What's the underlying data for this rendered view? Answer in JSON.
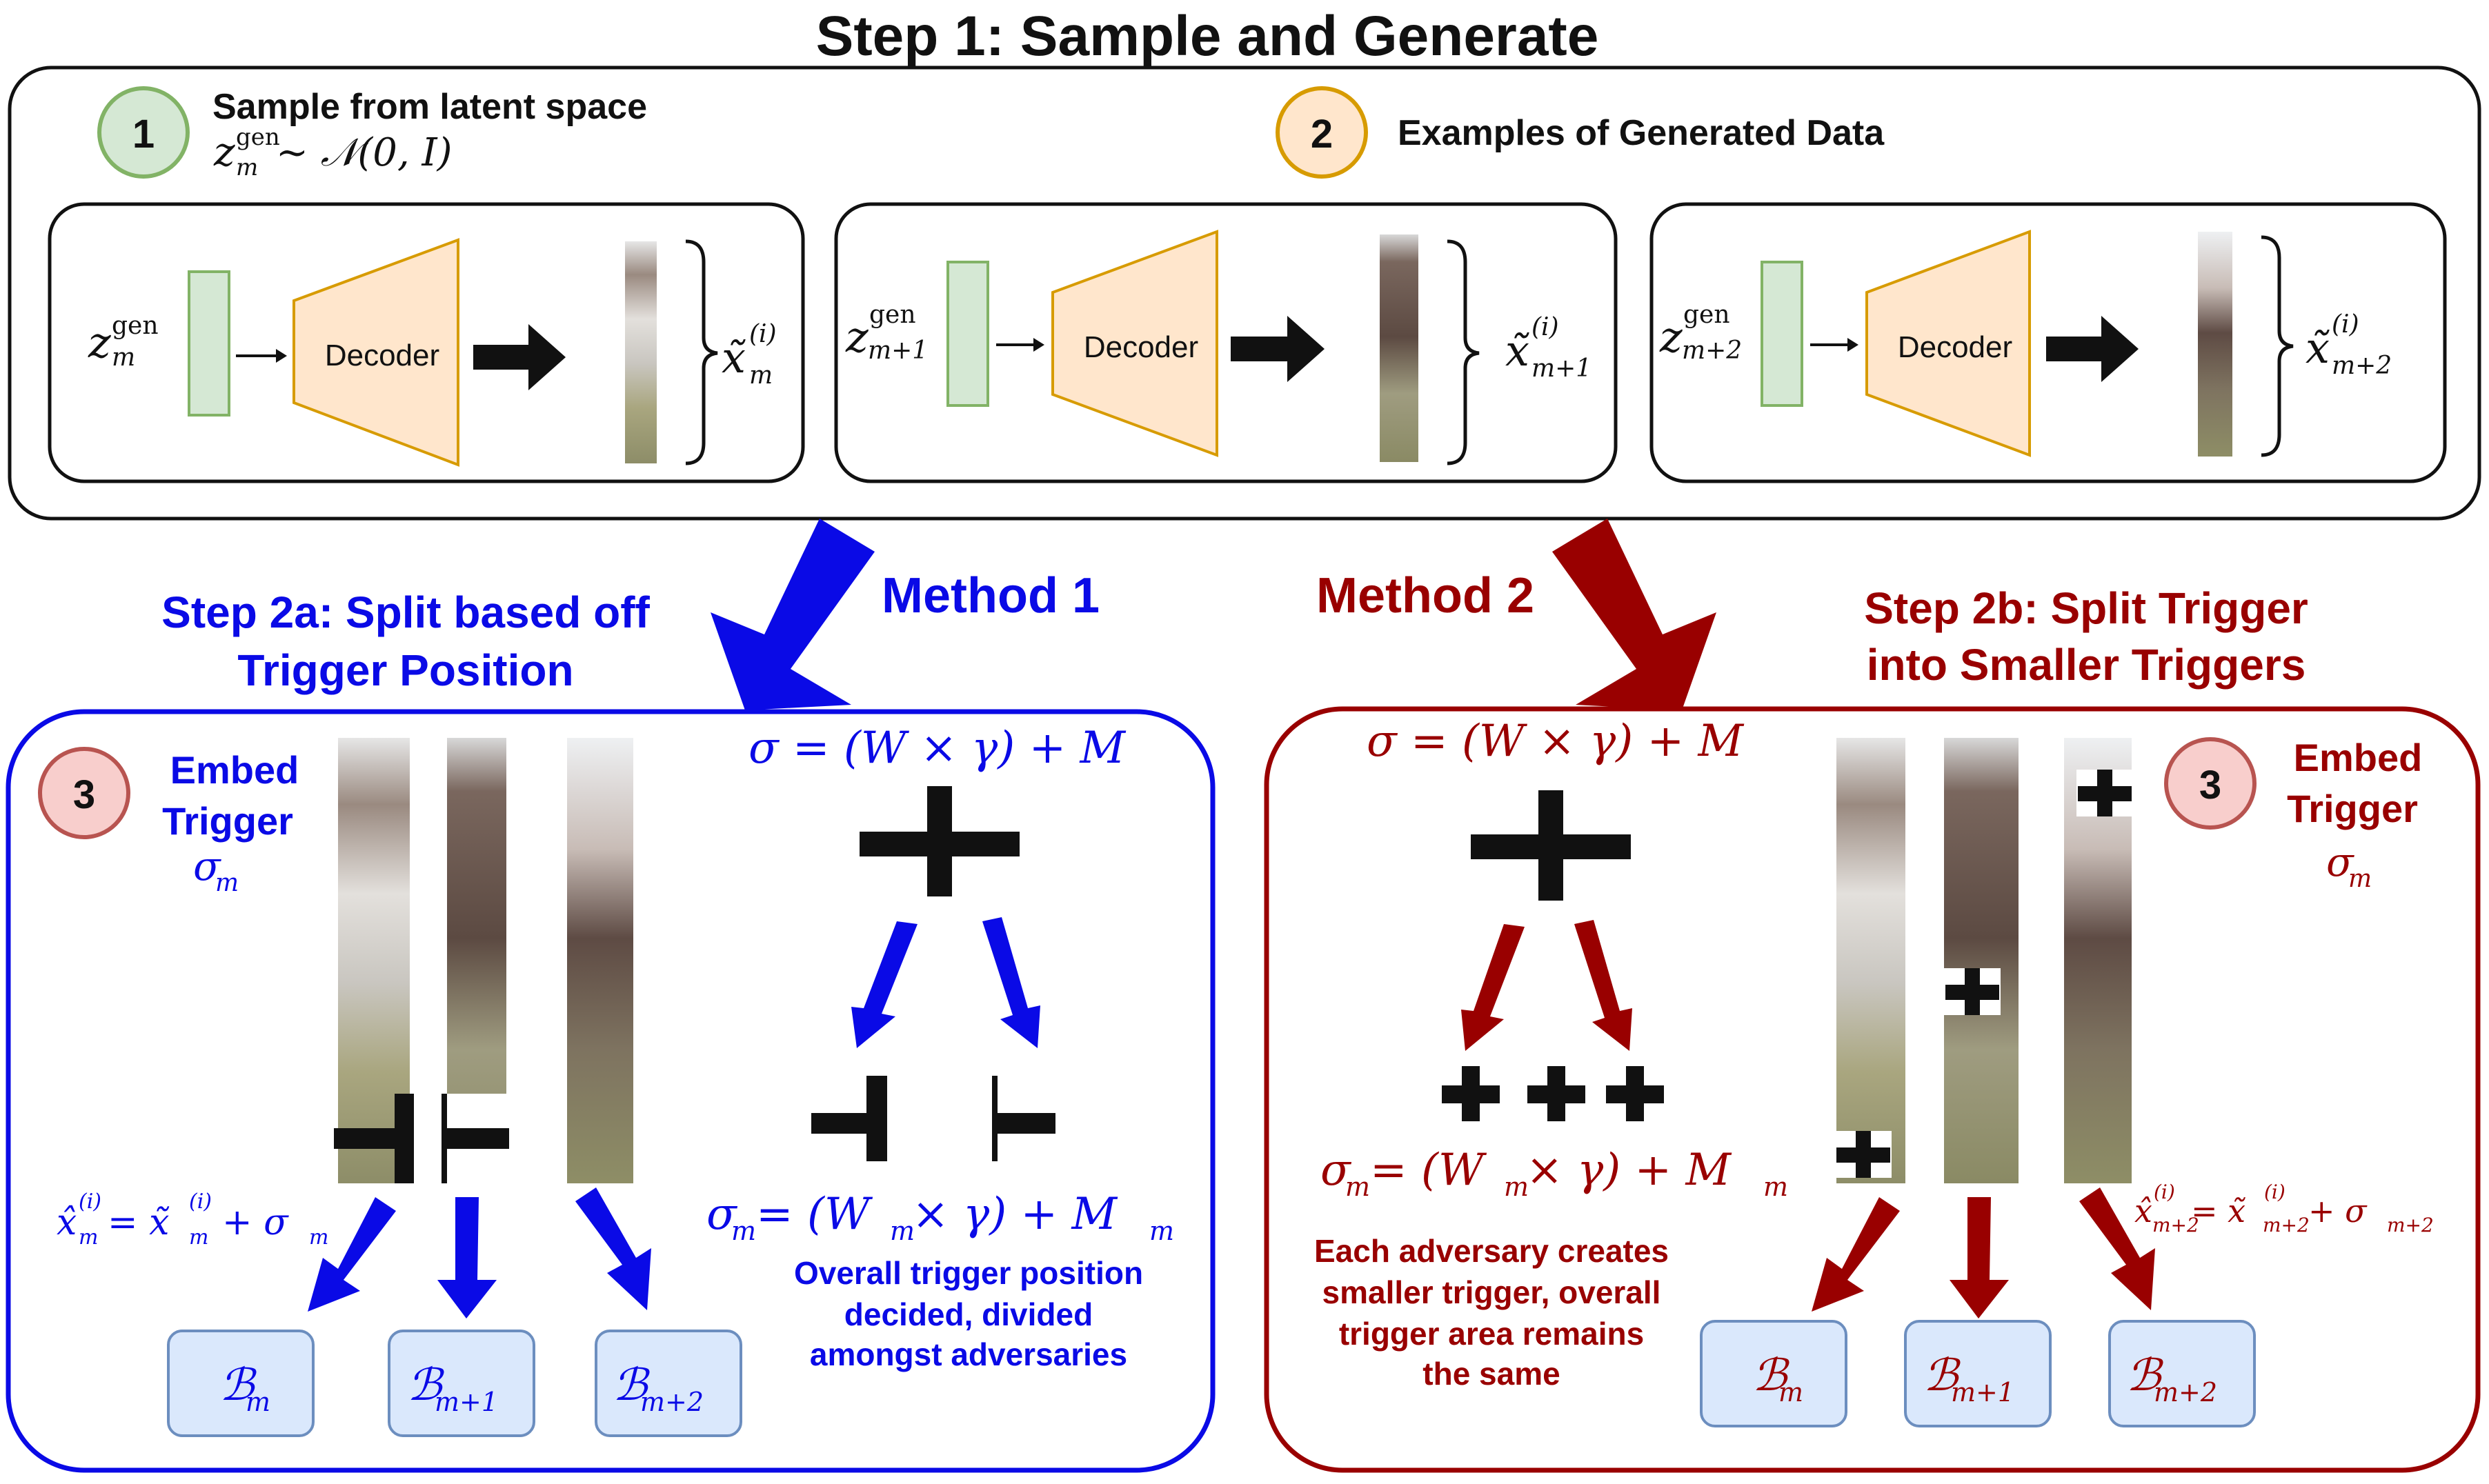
{
  "title": "Step 1: Sample and Generate",
  "step1": {
    "badge1": "1",
    "badge2": "2",
    "sample_heading": "Sample from latent space",
    "sample_formula": "z",
    "sample_formula_rest": " ~ 𝒩(0, I)",
    "gen_sup": "gen",
    "examples_heading": "Examples of Generated Data",
    "decoder_label": "Decoder",
    "panels": [
      {
        "z_sub": "m",
        "x_sub": "m"
      },
      {
        "z_sub": "m+1",
        "x_sub": "m+1"
      },
      {
        "z_sub": "m+2",
        "x_sub": "m+2"
      }
    ],
    "x_sup": "(i)"
  },
  "method1": {
    "method_label": "Method 1",
    "step_title_line1": "Step 2a: Split based off",
    "step_title_line2": "Trigger Position",
    "badge": "3",
    "embed_line1": "Embed",
    "embed_line2": "Trigger",
    "sigma_m": "σ",
    "sigma_sub": "m",
    "sigma_formula": "σ = (W × γ) + M",
    "sigma_m_formula": "σ",
    "sigma_m_formula_rest": " = (W",
    "sigma_m_formula_rest2": " × γ) + M",
    "sum_formula_left": "x̂",
    "sum_formula_mid": " = x̃",
    "sum_formula_right": " + σ",
    "description_line1": "Overall trigger position",
    "description_line2": "decided, divided",
    "description_line3": "amongst adversaries",
    "beta": [
      {
        "label": "ℬ",
        "sub": "m"
      },
      {
        "label": "ℬ",
        "sub": "m+1"
      },
      {
        "label": "ℬ",
        "sub": "m+2"
      }
    ]
  },
  "method2": {
    "method_label": "Method 2",
    "step_title_line1": "Step 2b: Split Trigger",
    "step_title_line2": "into Smaller Triggers",
    "badge": "3",
    "embed_line1": "Embed",
    "embed_line2": "Trigger",
    "sigma_formula": "σ = (W × γ) + M",
    "sigma_m_formula_rest": " = (W",
    "sigma_m_formula_rest2": " × γ) + M",
    "sum_formula_sub": "m+2",
    "description_line1": "Each adversary creates",
    "description_line2": "smaller trigger, overall",
    "description_line3": "trigger area remains",
    "description_line4": "the same",
    "beta": [
      {
        "label": "ℬ",
        "sub": "m"
      },
      {
        "label": "ℬ",
        "sub": "m+1"
      },
      {
        "label": "ℬ",
        "sub": "m+2"
      }
    ]
  },
  "colors": {
    "blue": "#0a0ae6",
    "darkred": "#990000",
    "green_fill": "#d5e8d4",
    "green_stroke": "#82b366",
    "orange_fill": "#ffe6cc",
    "orange_stroke": "#d79b00",
    "pink_fill": "#f8cecc",
    "pink_stroke": "#b85450",
    "beta_fill": "#dae8fc",
    "beta_stroke": "#6c8ebf"
  }
}
